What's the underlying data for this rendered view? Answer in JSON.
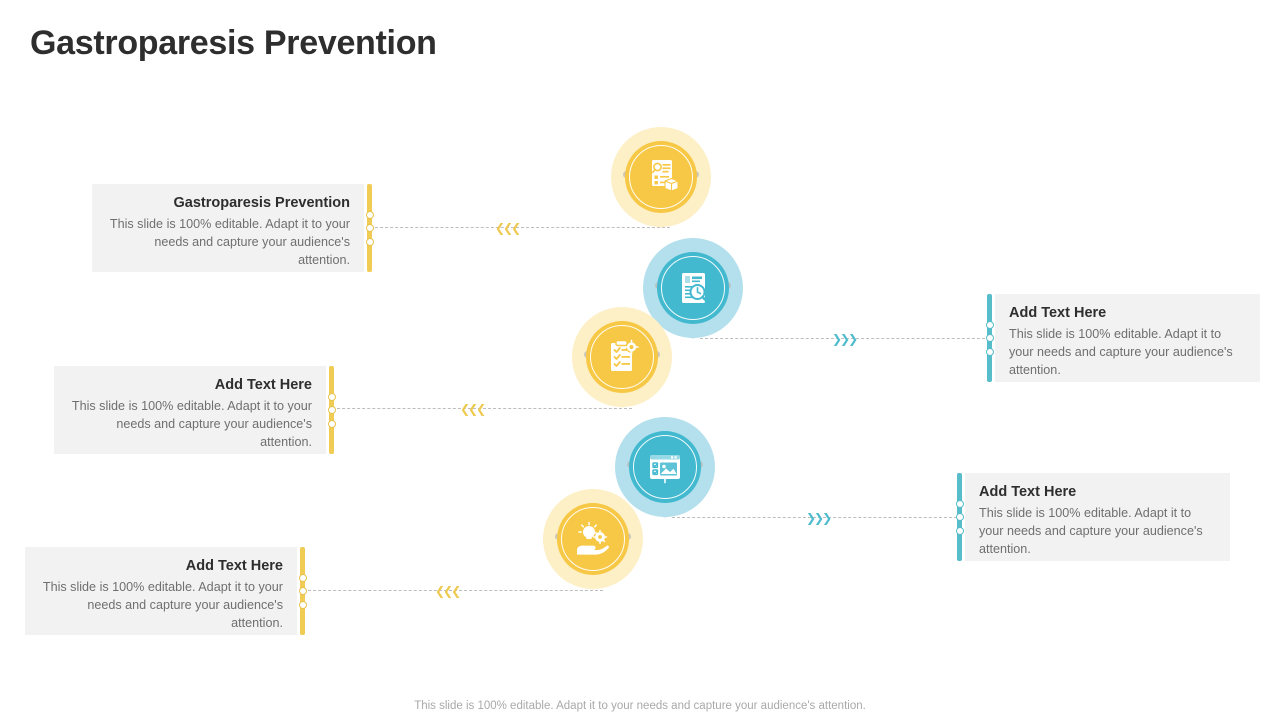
{
  "slide": {
    "title": "Gastroparesis Prevention",
    "footer": "This slide is 100% editable. Adapt it to your needs and capture your audience's attention.",
    "accent_yellow": "#f7c845",
    "accent_teal": "#42b9cf",
    "card_background": "#f2f2f2"
  },
  "body_text": "This slide is 100% editable. Adapt it to your needs and capture your audience's attention.",
  "cards": [
    {
      "id": "card-1",
      "side": "left",
      "accent": "yellow",
      "heading": "Gastroparesis Prevention",
      "text": "This slide is 100% editable. Adapt it to your needs and capture your audience's attention."
    },
    {
      "id": "card-2",
      "side": "right",
      "accent": "teal",
      "heading": "Add Text Here",
      "text": "This slide is 100% editable. Adapt it to your needs and capture your audience's attention."
    },
    {
      "id": "card-3",
      "side": "left",
      "accent": "yellow",
      "heading": "Add Text Here",
      "text": "This slide is 100% editable. Adapt it to your needs and capture your audience's attention."
    },
    {
      "id": "card-4",
      "side": "right",
      "accent": "teal",
      "heading": "Add Text Here",
      "text": "This slide is 100% editable. Adapt it to your needs and capture your audience's attention."
    },
    {
      "id": "card-5",
      "side": "left",
      "accent": "yellow",
      "heading": "Add Text Here",
      "text": "This slide is 100% editable. Adapt it to your needs and capture your audience's attention."
    }
  ],
  "pins": [
    {
      "id": "pin-1",
      "color": "yellow",
      "icon": "document-checklist-box-icon"
    },
    {
      "id": "pin-2",
      "color": "teal",
      "icon": "audit-report-magnifier-icon"
    },
    {
      "id": "pin-3",
      "color": "yellow",
      "icon": "clipboard-gear-checklist-icon"
    },
    {
      "id": "pin-4",
      "color": "teal",
      "icon": "presentation-board-checklist-icon"
    },
    {
      "id": "pin-5",
      "color": "yellow",
      "icon": "hand-holding-idea-gear-icon"
    }
  ],
  "connectors": [
    {
      "id": "connector-1",
      "direction": "left",
      "marker": "triple-chevron-left-icon",
      "color": "yellow"
    },
    {
      "id": "connector-2",
      "direction": "right",
      "marker": "triple-chevron-right-icon",
      "color": "teal"
    },
    {
      "id": "connector-3",
      "direction": "left",
      "marker": "triple-chevron-left-icon",
      "color": "yellow"
    },
    {
      "id": "connector-4",
      "direction": "right",
      "marker": "triple-chevron-right-icon",
      "color": "teal"
    },
    {
      "id": "connector-5",
      "direction": "left",
      "marker": "triple-chevron-left-icon",
      "color": "yellow"
    }
  ],
  "glyphs": {
    "chevron_left": "❮❮❮",
    "chevron_right": "❯❯❯"
  }
}
